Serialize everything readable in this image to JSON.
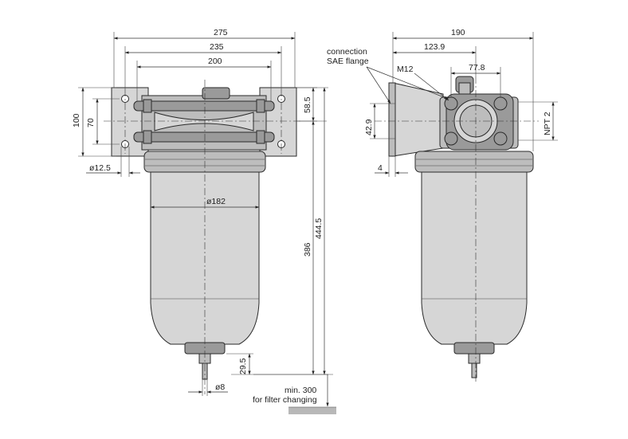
{
  "front_view": {
    "dim_275": "275",
    "dim_235": "235",
    "dim_200": "200",
    "dim_100": "100",
    "dim_70": "70",
    "dim_58_5": "58.5",
    "dim_d12_5": "ø12.5",
    "dim_d182": "ø182",
    "dim_386": "386",
    "dim_444_5": "444.5",
    "dim_29_5": "29.5",
    "dim_d8": "ø8",
    "min_clearance_line1": "min. 300",
    "min_clearance_line2": "for filter changing"
  },
  "side_view": {
    "dim_190": "190",
    "dim_123_9": "123.9",
    "dim_77_8": "77.8",
    "label_m12": "M12",
    "label_connection_line1": "connection",
    "label_connection_line2": "SAE flange",
    "dim_42_9": "42.9",
    "dim_npt2": "NPT 2",
    "dim_4": "4"
  }
}
